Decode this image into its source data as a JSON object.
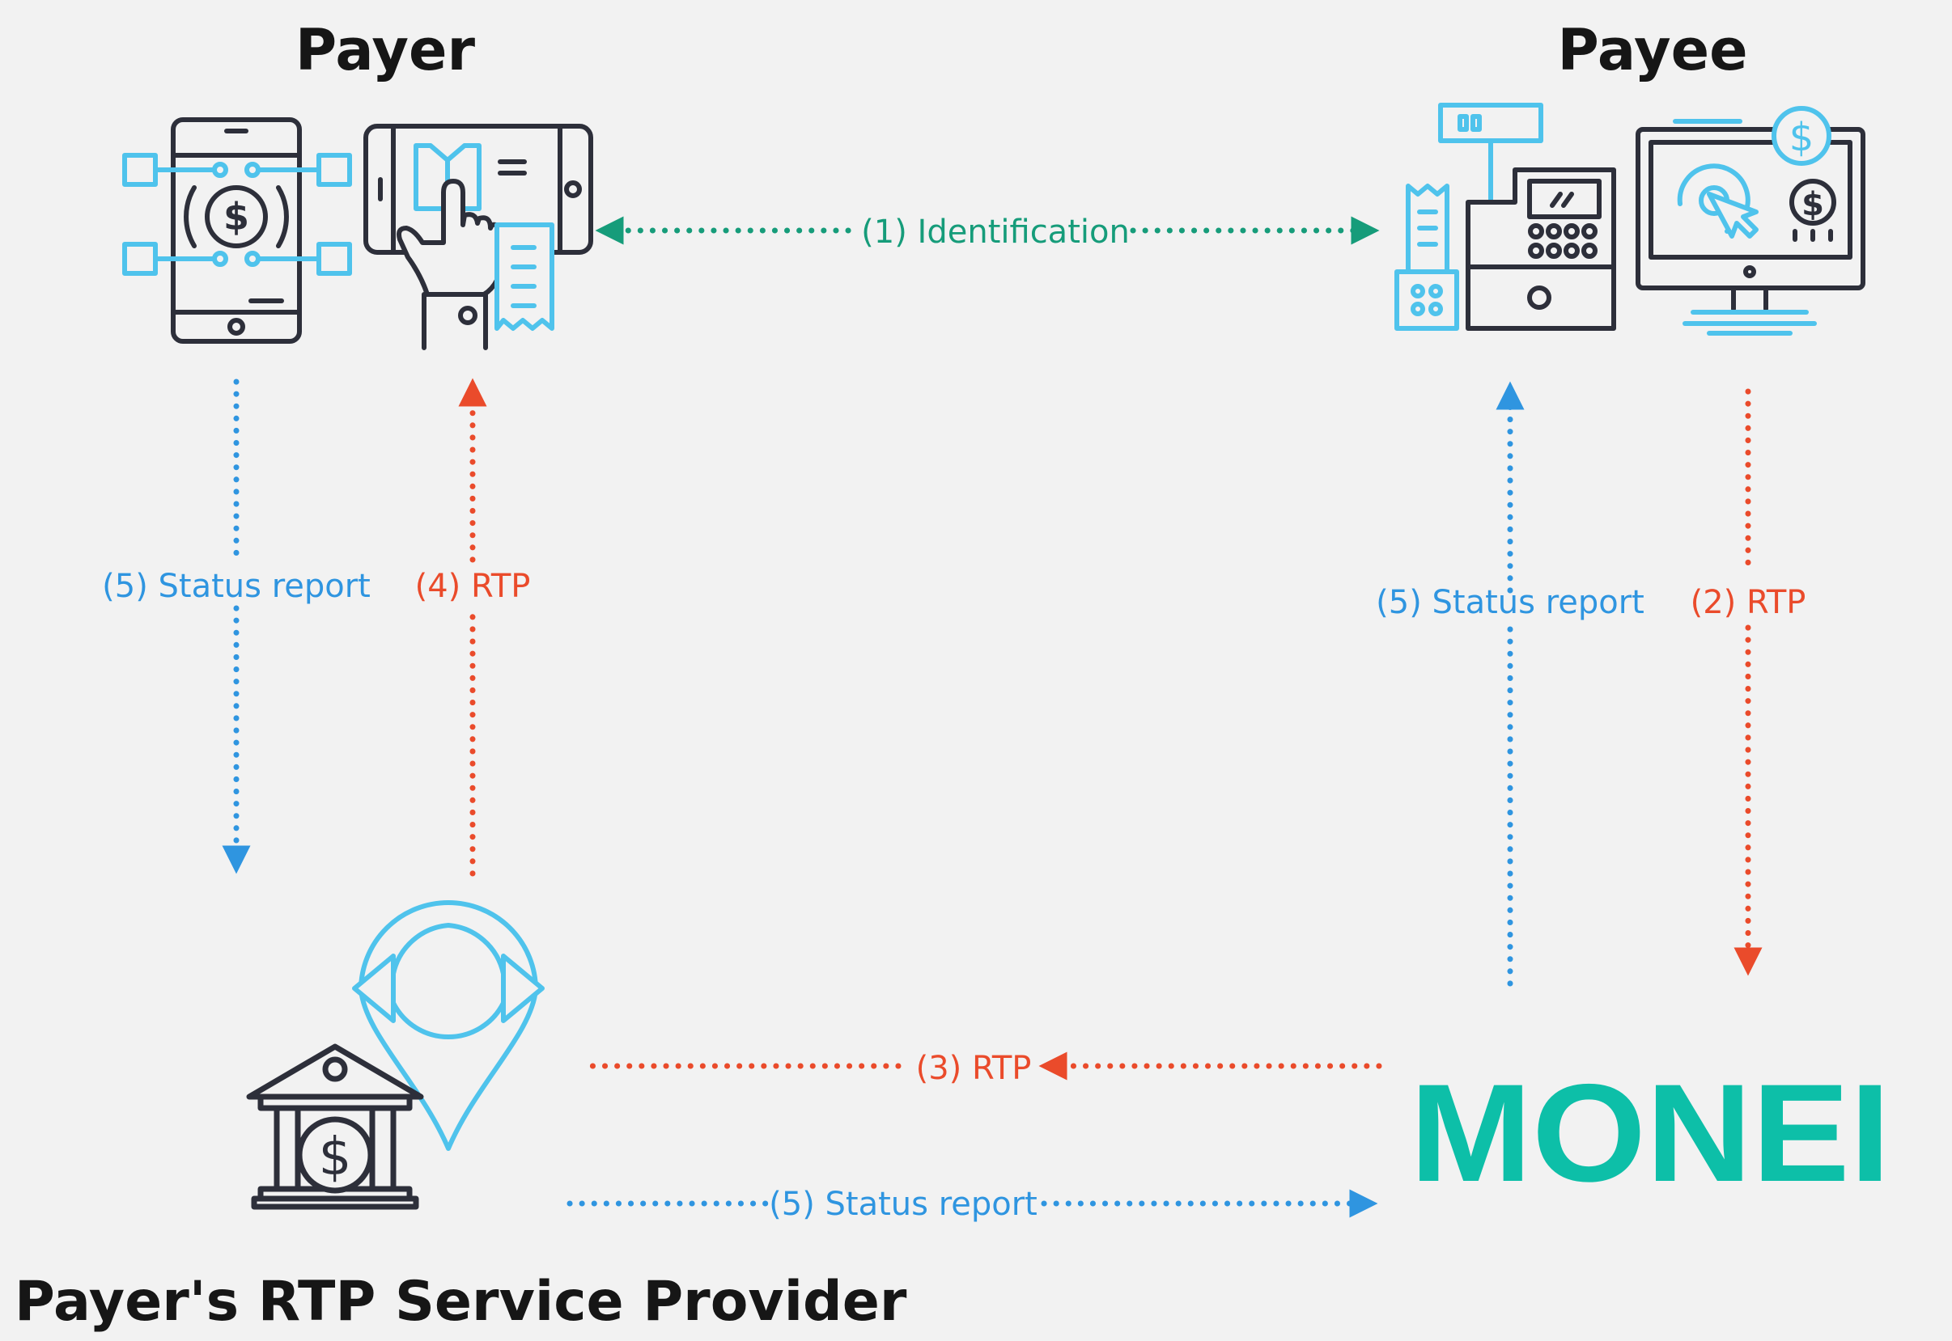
{
  "headings": {
    "payer": "Payer",
    "payee": "Payee",
    "provider": "Payer's RTP Service Provider"
  },
  "brand": {
    "name": "MONEI",
    "color": "#0dbfa8"
  },
  "flows": [
    {
      "id": "identification",
      "label": "(1) Identification",
      "color": "#169c7a"
    },
    {
      "id": "payee-rtp",
      "label": "(2) RTP",
      "color": "#ea4b2b"
    },
    {
      "id": "provider-rtp",
      "label": "(3) RTP",
      "color": "#ea4b2b"
    },
    {
      "id": "payer-rtp",
      "label": "(4) RTP",
      "color": "#ea4b2b"
    },
    {
      "id": "payer-status",
      "label": "(5) Status report",
      "color": "#2f95e0"
    },
    {
      "id": "payee-status",
      "label": "(5) Status report",
      "color": "#2f95e0"
    },
    {
      "id": "provider-status",
      "label": "(5) Status report",
      "color": "#2f95e0"
    }
  ],
  "icons": {
    "payer_phone": "smartphone-payment-icon",
    "payer_tablet": "tablet-checkout-icon",
    "payee_pos": "pos-terminal-icon",
    "payee_monitor": "online-payment-monitor-icon",
    "provider_bank": "bank-icon",
    "provider_exchange": "exchange-pin-icon"
  },
  "palette": {
    "dark": "#2d2f3a",
    "light_blue": "#4fc3ec",
    "red": "#ea4b2b",
    "blue": "#2f95e0",
    "green": "#169c7a"
  }
}
